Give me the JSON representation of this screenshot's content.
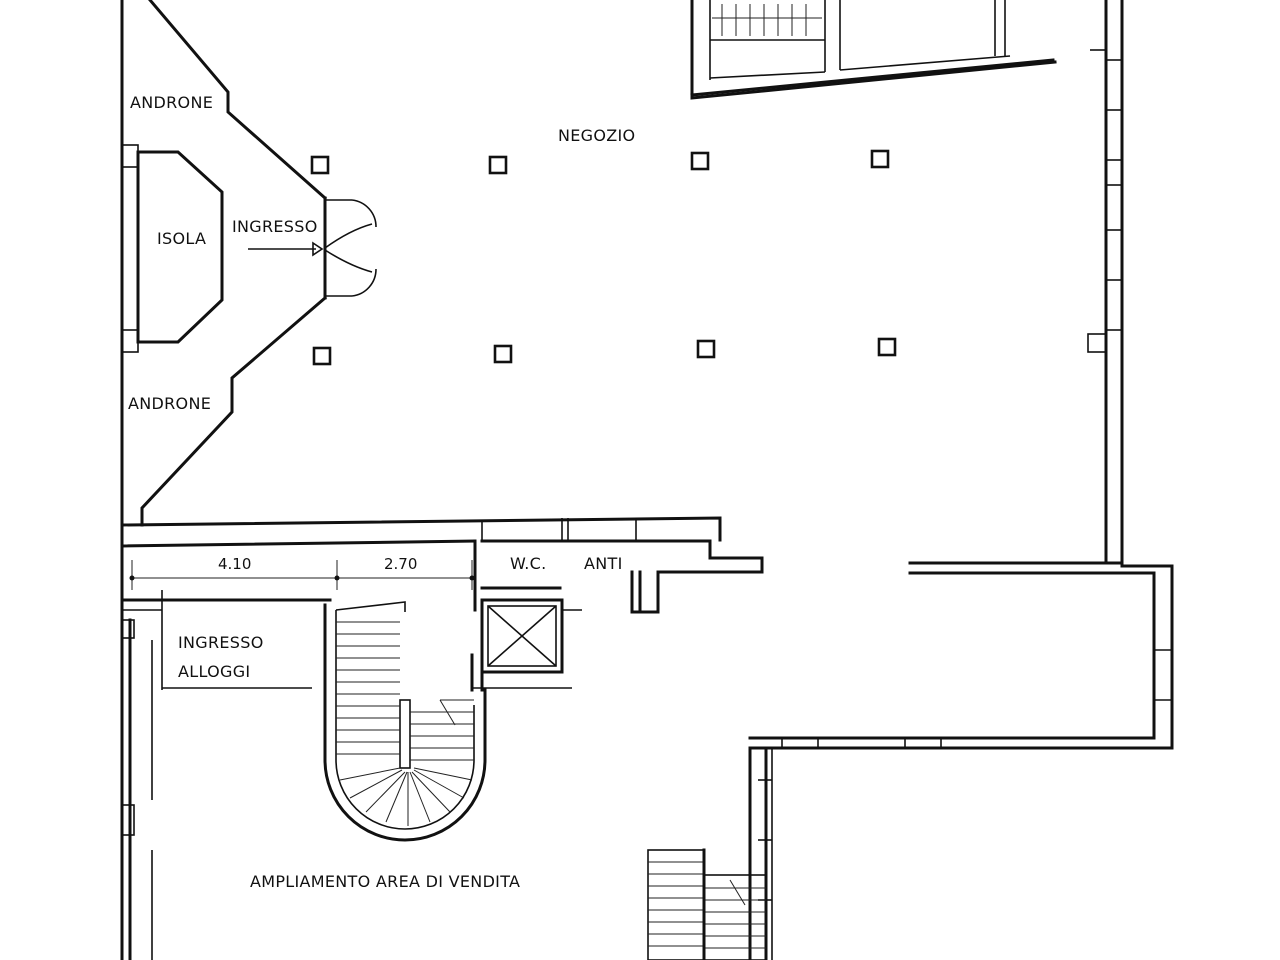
{
  "plan": {
    "rooms": {
      "negozio": "NEGOZIO",
      "androne_top": "ANDRONE",
      "androne_bottom": "ANDRONE",
      "isola": "ISOLA",
      "ingresso": "INGRESSO",
      "wc": "W.C.",
      "anti": "ANTI",
      "ingresso_alloggi_1": "INGRESSO",
      "ingresso_alloggi_2": "ALLOGGI",
      "ampliamento": "AMPLIAMENTO AREA DI VENDITA"
    },
    "dimensions": {
      "dim_1": "4.10",
      "dim_2": "2.70"
    }
  }
}
